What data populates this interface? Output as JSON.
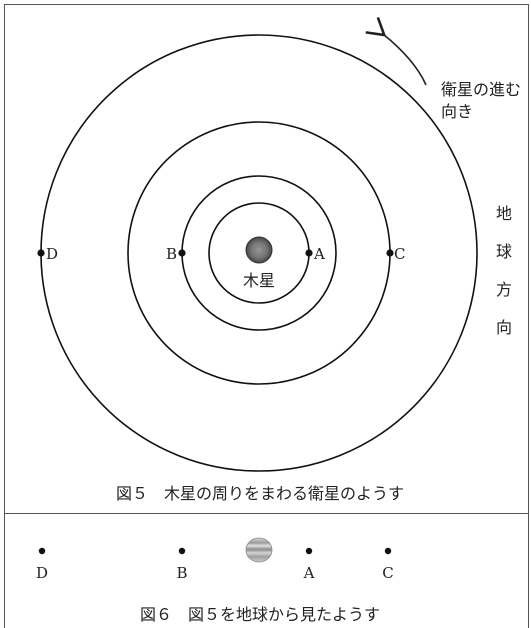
{
  "fig5": {
    "caption": "図５　木星の周りをまわる衛星のようす",
    "planet_label": "木星",
    "direction_label_line1": "衛星の進む",
    "direction_label_line2": "向き",
    "earth_direction": [
      "地",
      "球",
      "方",
      "向"
    ],
    "moons": [
      "A",
      "B",
      "C",
      "D"
    ]
  },
  "fig6": {
    "caption": "図６　図５を地球から見たようす",
    "points": [
      "D",
      "B",
      "A",
      "C"
    ]
  }
}
